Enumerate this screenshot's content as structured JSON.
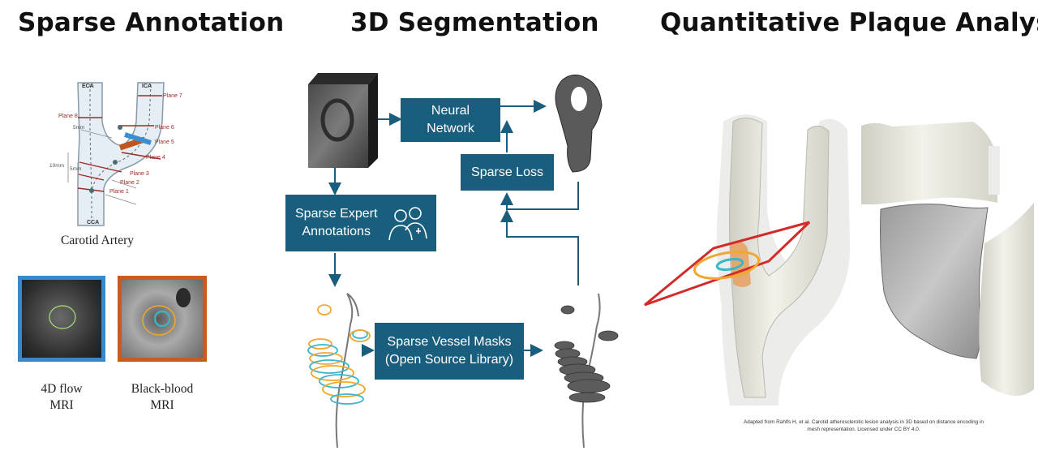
{
  "titles": {
    "sparse": "Sparse Annotation",
    "seg": "3D Segmentation",
    "quant": "Quantitative Plaque Analysis"
  },
  "artery": {
    "eca": "ECA",
    "ica": "ICA",
    "cca": "CCA",
    "planes": [
      "Plane 1",
      "Plane 2",
      "Plane 3",
      "Plane 4",
      "Plane 5",
      "Plane 6",
      "Plane 7",
      "Plane 8"
    ],
    "dims": [
      "5mm",
      "10mm",
      "5mm"
    ],
    "caption": "Carotid Artery"
  },
  "mri": {
    "flow_line1": "4D flow",
    "flow_line2": "MRI",
    "bb_line1": "Black-blood",
    "bb_line2": "MRI"
  },
  "pipeline": {
    "neural_line1": "Neural",
    "neural_line2": "Network",
    "sparse_loss": "Sparse Loss",
    "expert_line1": "Sparse Expert",
    "expert_line2": "Annotations",
    "masks_line1": "Sparse Vessel Masks",
    "masks_line2": "(Open Source Library)"
  },
  "credit": {
    "line1": "Adapted from Rahlfs H, et al. Carotid atherosclerotic lesion analysis in 3D based on distance encoding in",
    "line2": "mesh representation. Licensed under CC BY 4.0."
  },
  "colors": {
    "box": "#1a5e7e",
    "arrow": "#1a5e7e",
    "plane_red": "#9e2a2a",
    "highlight_blue": "#3a8fd1",
    "highlight_orange": "#c0551e",
    "frame_blue": "#3a88cc",
    "frame_orange": "#c95a22",
    "ring_orange": "#f0a830",
    "ring_cyan": "#37b8c8",
    "red_plane": "#d42a2a"
  }
}
